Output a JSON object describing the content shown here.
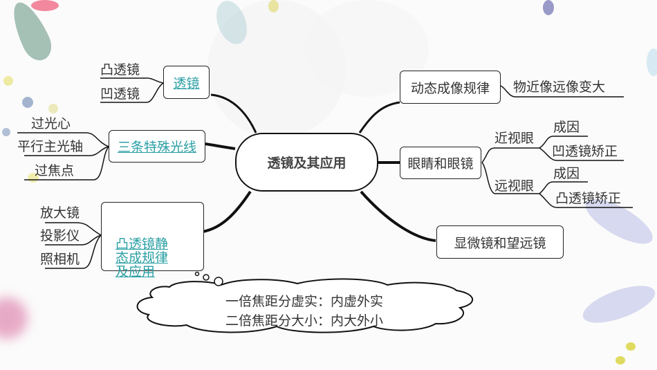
{
  "center": {
    "title": "透镜及其应用"
  },
  "left": {
    "lens": {
      "title": "透镜",
      "children": [
        "凸透镜",
        "凹透镜"
      ]
    },
    "rays": {
      "title": "三条特殊光线",
      "children": [
        "过光心",
        "平行主光轴",
        "过焦点"
      ]
    },
    "convex": {
      "title_lines": [
        "凸透镜静",
        "态成规律",
        "及应用"
      ],
      "children": [
        "放大镜",
        "投影仪",
        "照相机"
      ]
    }
  },
  "right": {
    "dynamic": {
      "title": "动态成像规律",
      "child": "物近像远像变大"
    },
    "eyes": {
      "title": "眼睛和眼镜",
      "near": {
        "title": "近视眼",
        "children": [
          "成因",
          "凹透镜矫正"
        ]
      },
      "far": {
        "title": "远视眼",
        "children": [
          "成因",
          "凸透镜矫正"
        ]
      }
    },
    "instruments": {
      "title": "显微镜和望远镜"
    }
  },
  "callout": {
    "lines": [
      "一倍焦距分虚实：内虚外实",
      "二倍焦距分大小：内大外小"
    ]
  },
  "colors": {
    "link": "#2a9fa4",
    "line": "#111111",
    "text": "#333333"
  }
}
